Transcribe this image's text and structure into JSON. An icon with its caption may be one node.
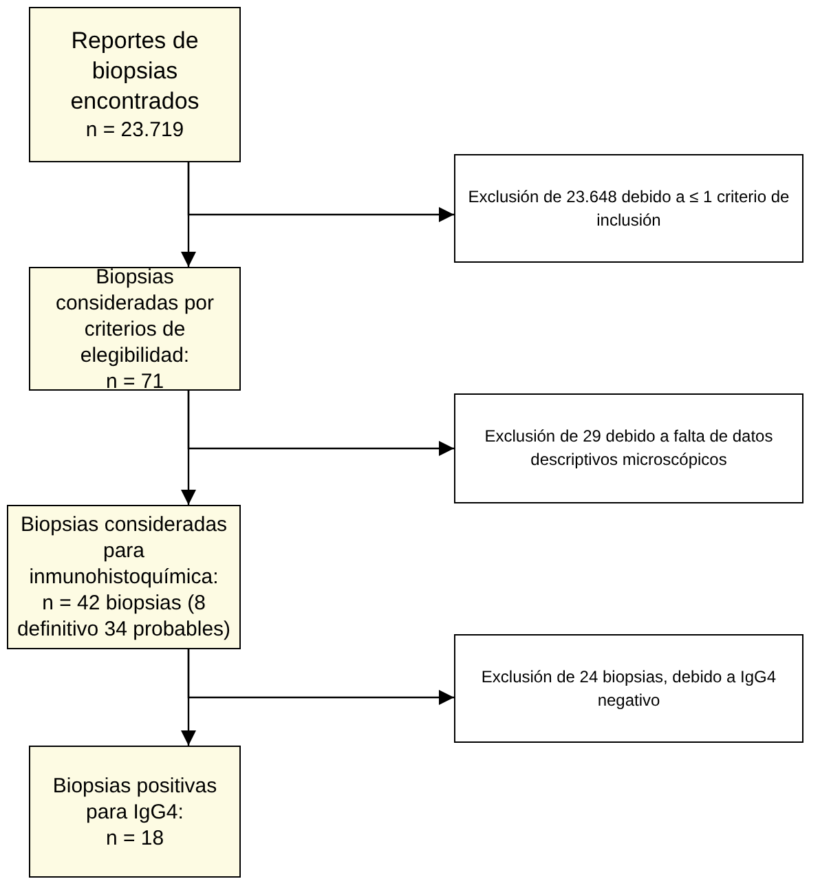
{
  "diagram": {
    "nodes": [
      {
        "text": [
          "Reportes de biopsias encontrados",
          "n = 23.719"
        ]
      },
      {
        "text": [
          "Exclusión de 23.648 debido a ≤ 1 criterio de inclusión"
        ]
      },
      {
        "text": [
          "Biopsias consideradas por criterios de elegibilidad:",
          "n = 71"
        ]
      },
      {
        "text": [
          "Exclusión de 29 debido a falta de datos descriptivos microscópicos"
        ]
      },
      {
        "text": [
          "Biopsias consideradas para inmunohistoquímica:",
          "n = 42 biopsias (8 definitivo 34 probables)"
        ]
      },
      {
        "text": [
          "Exclusión de 24 biopsias, debido a IgG4 negativo"
        ]
      },
      {
        "text": [
          "Biopsias positivas para IgG4:",
          "n = 18"
        ]
      }
    ],
    "edges": [
      {
        "from": 0,
        "to": 2,
        "arrow": "to"
      },
      {
        "from": 0,
        "to": 1,
        "arrow": "to"
      },
      {
        "from": 2,
        "to": 4,
        "arrow": "to"
      },
      {
        "from": 2,
        "to": 3,
        "arrow": "to"
      },
      {
        "from": 4,
        "to": 6,
        "arrow": "to"
      },
      {
        "from": 4,
        "to": 5,
        "arrow": "to"
      }
    ]
  }
}
